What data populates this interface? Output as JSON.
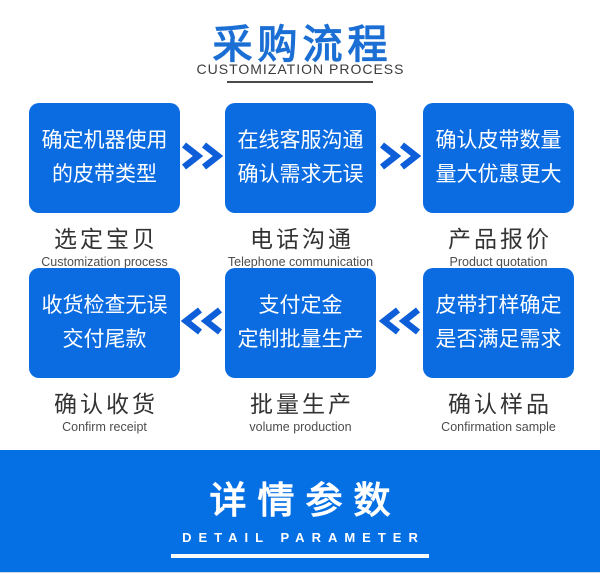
{
  "header": {
    "title": "采购流程",
    "subtitle": "CUSTOMIZATION PROCESS"
  },
  "flow": {
    "rows": [
      {
        "direction": "right",
        "steps": [
          {
            "box": [
              "确定机器使用",
              "的皮带类型"
            ],
            "label": "选定宝贝",
            "sublabel": "Customization process"
          },
          {
            "box": [
              "在线客服沟通",
              "确认需求无误"
            ],
            "label": "电话沟通",
            "sublabel": "Telephone communication"
          },
          {
            "box": [
              "确认皮带数量",
              "量大优惠更大"
            ],
            "label": "产品报价",
            "sublabel": "Product quotation"
          }
        ]
      },
      {
        "direction": "left",
        "steps": [
          {
            "box": [
              "收货检查无误",
              "交付尾款"
            ],
            "label": "确认收货",
            "sublabel": "Confirm receipt"
          },
          {
            "box": [
              "支付定金",
              "定制批量生产"
            ],
            "label": "批量生产",
            "sublabel": "volume production"
          },
          {
            "box": [
              "皮带打样确定",
              "是否满足需求"
            ],
            "label": "确认样品",
            "sublabel": "Confirmation sample"
          }
        ]
      }
    ]
  },
  "banner": {
    "title": "详情参数",
    "subtitle": "DETAIL PARAMETER"
  },
  "colors": {
    "title_blue": "#1b6fd4",
    "primary_blue": "#0b6ce2",
    "banner_blue": "#0570e4",
    "arrow_blue": "#0d5ed8",
    "label_dark": "#333333",
    "sublabel_gray": "#4d4d4d"
  }
}
